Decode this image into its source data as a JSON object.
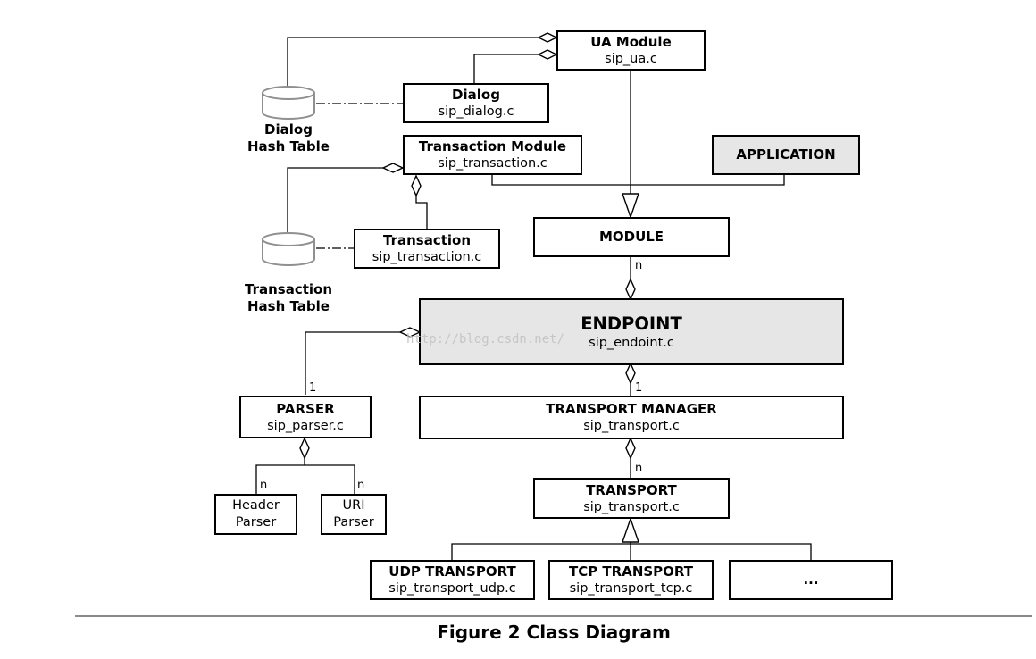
{
  "classes": {
    "ua_module": {
      "title": "UA Module",
      "file": "sip_ua.c"
    },
    "dialog": {
      "title": "Dialog",
      "file": "sip_dialog.c"
    },
    "transaction_module": {
      "title": "Transaction Module",
      "file": "sip_transaction.c"
    },
    "application": {
      "title": "APPLICATION"
    },
    "transaction": {
      "title": "Transaction",
      "file": "sip_transaction.c"
    },
    "module": {
      "title": "MODULE"
    },
    "endpoint": {
      "title": "ENDPOINT",
      "file": "sip_endoint.c"
    },
    "parser": {
      "title": "PARSER",
      "file": "sip_parser.c"
    },
    "transport_manager": {
      "title": "TRANSPORT MANAGER",
      "file": "sip_transport.c"
    },
    "header_parser": {
      "line1": "Header",
      "line2": "Parser"
    },
    "uri_parser": {
      "line1": "URI",
      "line2": "Parser"
    },
    "transport": {
      "title": "TRANSPORT",
      "file": "sip_transport.c"
    },
    "udp_transport": {
      "title": "UDP TRANSPORT",
      "file": "sip_transport_udp.c"
    },
    "tcp_transport": {
      "title": "TCP TRANSPORT",
      "file": "sip_transport_tcp.c"
    },
    "more": {
      "title": "..."
    }
  },
  "databases": {
    "dialog_hash": {
      "line1": "Dialog",
      "line2": "Hash Table"
    },
    "transaction_hash": {
      "line1": "Transaction",
      "line2": "Hash Table"
    }
  },
  "multiplicities": {
    "module_n": "n",
    "parser_1": "1",
    "transport_manager_1": "1",
    "transport_n": "n",
    "header_n": "n",
    "uri_n": "n"
  },
  "watermark": "http://blog.csdn.net/",
  "caption": "Figure 2 Class Diagram"
}
